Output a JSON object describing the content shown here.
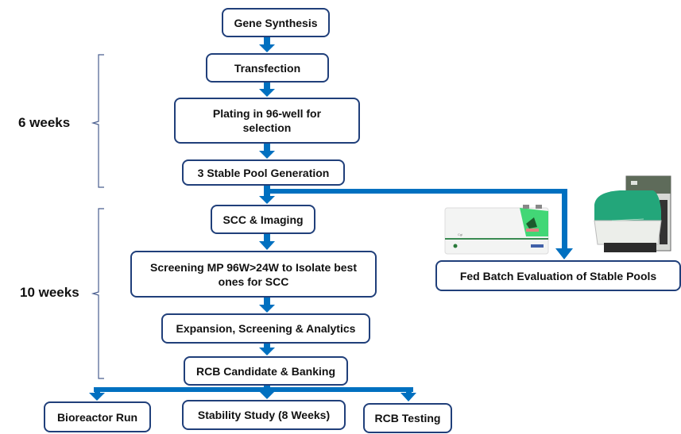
{
  "diagram": {
    "title": "Cell line development workflow",
    "arrow_color": "#0070C0",
    "box_border_color": "#203F7A",
    "phases": [
      {
        "label": "6 weeks"
      },
      {
        "label": "10 weeks"
      }
    ],
    "steps": {
      "gene_synthesis": "Gene Synthesis",
      "transfection": "Transfection",
      "plating": "Plating in 96-well for selection",
      "stable_pool": "3 Stable Pool Generation",
      "scc_imaging": "SCC & Imaging",
      "screening": "Screening MP 96W>24W to Isolate best ones for SCC",
      "expansion": "Expansion, Screening & Analytics",
      "rcb_candidate": "RCB Candidate & Banking",
      "bioreactor": "Bioreactor Run",
      "stability": "Stability Study (8 Weeks)",
      "rcb_testing": "RCB Testing",
      "fed_batch": "Fed Batch Evaluation of Stable Pools"
    },
    "images": [
      {
        "name": "cell-imager-device",
        "label": "Imager instrument (green lid)"
      },
      {
        "name": "bioreactor-device",
        "label": "Benchtop bioreactor system (green)"
      }
    ]
  }
}
